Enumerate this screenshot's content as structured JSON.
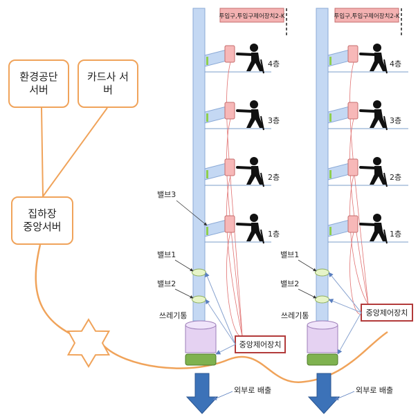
{
  "servers": {
    "env_agency": [
      "환경공단",
      "서버"
    ],
    "card_company": [
      "카드사 서",
      "버"
    ],
    "central": [
      "집하장",
      "중앙서버"
    ]
  },
  "buildings": [
    {
      "top_label": "투입구,투입구제어장치2-K",
      "floors": [
        "4층",
        "3층",
        "2층",
        "1층"
      ],
      "valve1": "밸브1",
      "valve2": "밸브2",
      "valve3": "밸브3",
      "bin": "쓰레기통",
      "controller": "중앙제어장치",
      "discharge": "외부로 배출"
    },
    {
      "top_label": "투입구,투입구제어장치2-K",
      "floors": [
        "4층",
        "3층",
        "2층",
        "1층"
      ],
      "valve1": "밸브1",
      "valve2": "밸브2",
      "bin": "쓰레기통",
      "controller": "중앙제어장치",
      "discharge": "외부로 배출"
    }
  ],
  "colors": {
    "pipe_fill": "#c4d8f3",
    "pipe_stroke": "#8aa9d6",
    "server_border": "#f0a35a",
    "network_line": "#f0a35a",
    "controller_border": "#b23a3a",
    "top_label_fill": "#f4b2b2",
    "hopper_fill": "#f7b8b8",
    "valve_fill": "#e6f4c8",
    "bin_fill": "#e5d2f2",
    "bin_base_fill": "#7fb24f",
    "arrow_fill": "#3c72b8",
    "person_fill": "#111111",
    "signal_line": "#e07070",
    "control_line": "#8aa4d0"
  }
}
